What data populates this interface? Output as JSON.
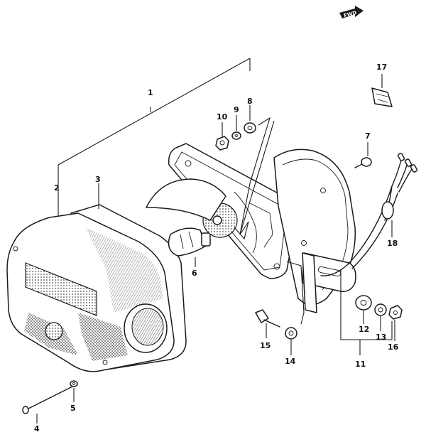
{
  "direction_badge": {
    "label": "FWD",
    "icon": "forward-arrow-icon"
  },
  "callouts": [
    {
      "id": "1",
      "label": "1"
    },
    {
      "id": "2",
      "label": "2"
    },
    {
      "id": "3",
      "label": "3"
    },
    {
      "id": "4",
      "label": "4"
    },
    {
      "id": "5",
      "label": "5"
    },
    {
      "id": "6",
      "label": "6"
    },
    {
      "id": "7",
      "label": "7"
    },
    {
      "id": "8",
      "label": "8"
    },
    {
      "id": "9",
      "label": "9"
    },
    {
      "id": "10",
      "label": "10"
    },
    {
      "id": "11",
      "label": "11"
    },
    {
      "id": "12",
      "label": "12"
    },
    {
      "id": "13",
      "label": "13"
    },
    {
      "id": "14",
      "label": "14"
    },
    {
      "id": "15",
      "label": "15"
    },
    {
      "id": "16",
      "label": "16"
    },
    {
      "id": "17",
      "label": "17"
    },
    {
      "id": "18",
      "label": "18"
    }
  ]
}
